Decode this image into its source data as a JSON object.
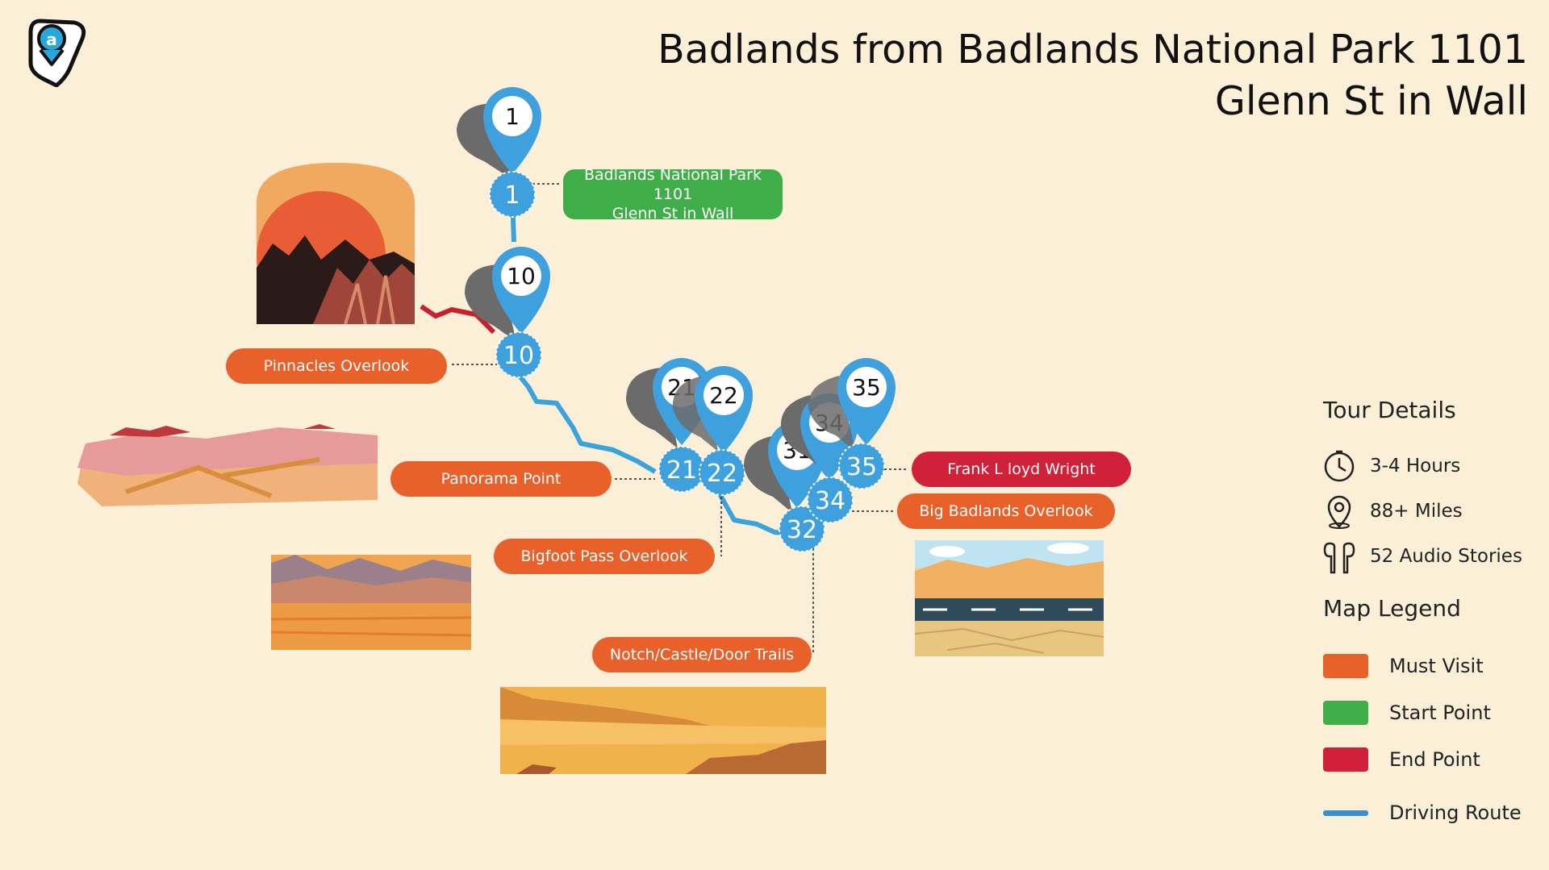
{
  "title_line1": "Badlands from Badlands National Park 1101",
  "title_line2": "Glenn St in Wall",
  "logo_icon": "map-pin-headphones-logo-icon",
  "stops": [
    {
      "number": "1",
      "label_line1": "Badlands National Park 1101",
      "label_line2": "Glenn St in Wall",
      "type": "start"
    },
    {
      "number": "10",
      "label": "Pinnacles Overlook",
      "type": "must"
    },
    {
      "number": "21",
      "label": "Panorama Point",
      "type": "must"
    },
    {
      "number": "22",
      "label": "Bigfoot Pass Overlook",
      "type": "must"
    },
    {
      "number": "31",
      "type": "must"
    },
    {
      "number": "32",
      "label": "Notch/Castle/Door Trails",
      "type": "must"
    },
    {
      "number": "34",
      "label": "Big Badlands Overlook",
      "type": "must"
    },
    {
      "number": "35",
      "label": "Frank L loyd Wright",
      "type": "end"
    }
  ],
  "tour_details": {
    "heading": "Tour Details",
    "duration": "3-4 Hours",
    "distance": "88+  Miles",
    "stories": "52 Audio Stories",
    "icons": [
      "clock-icon",
      "location-pin-icon",
      "earbuds-icon"
    ]
  },
  "legend": {
    "heading": "Map Legend",
    "items": [
      {
        "label": "Must Visit",
        "color": "#e8602a"
      },
      {
        "label": "Start Point",
        "color": "#3fae49"
      },
      {
        "label": "End Point",
        "color": "#d1213a"
      },
      {
        "label": "Driving Route",
        "color": "#3a8fd1"
      }
    ]
  },
  "colors": {
    "background": "#fcefd8",
    "pin": "#3ea0dc",
    "route": "#3aa3dc",
    "route_red": "#c8202f",
    "pin_shadow": "#6b6b6b"
  }
}
